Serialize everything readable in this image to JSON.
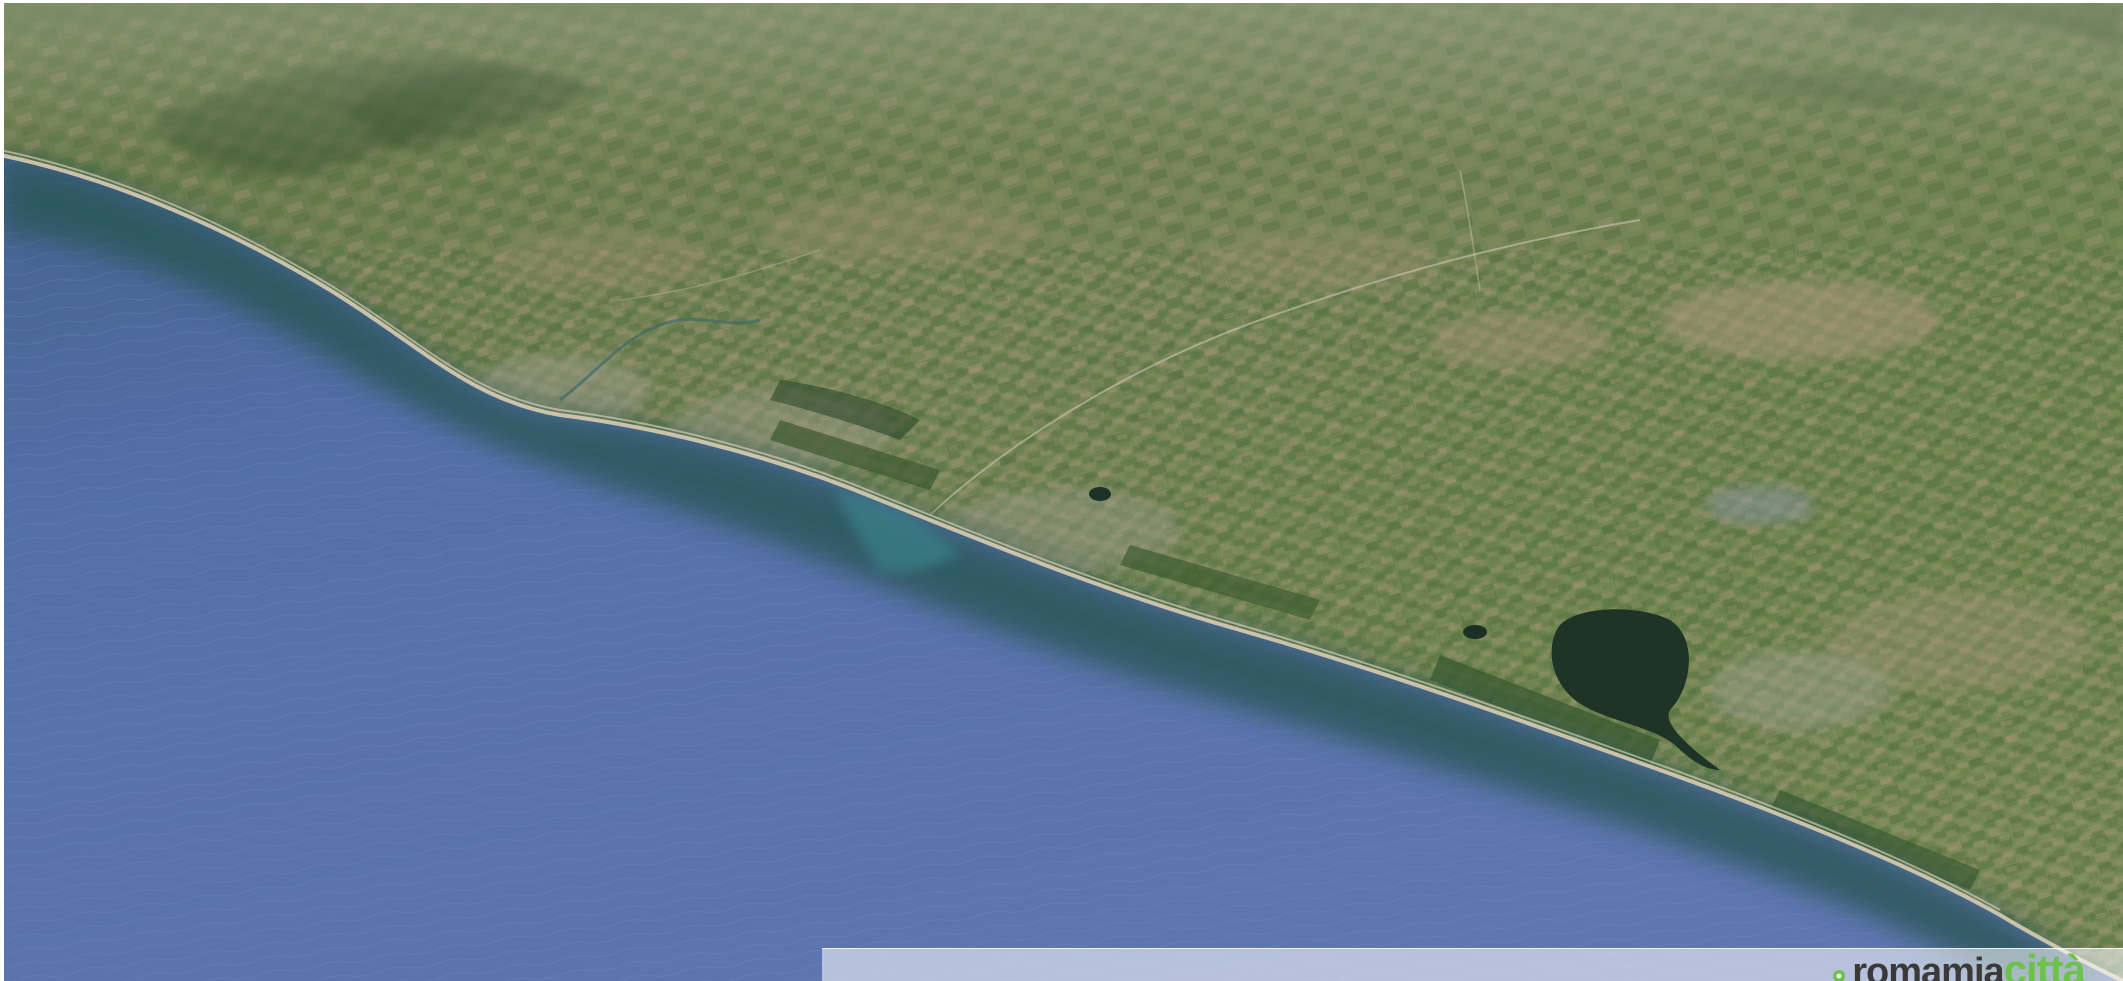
{
  "image": {
    "description_kind": "aerial-satellite-coastline",
    "colors": {
      "sea_deep": "#4b5f9e",
      "sea_mid": "#5d73ad",
      "sea_near_shore": "#2f5a5e",
      "beach": "#d9cdb4",
      "land_green": "#5e7a45",
      "land_olive": "#7d8558",
      "land_tan": "#a39072",
      "lake": "#1f3324"
    }
  },
  "watermark": {
    "part1": "romamia",
    "part2": "città",
    "brand_color": "#6cc24a",
    "icon": "map-pin-icon"
  }
}
